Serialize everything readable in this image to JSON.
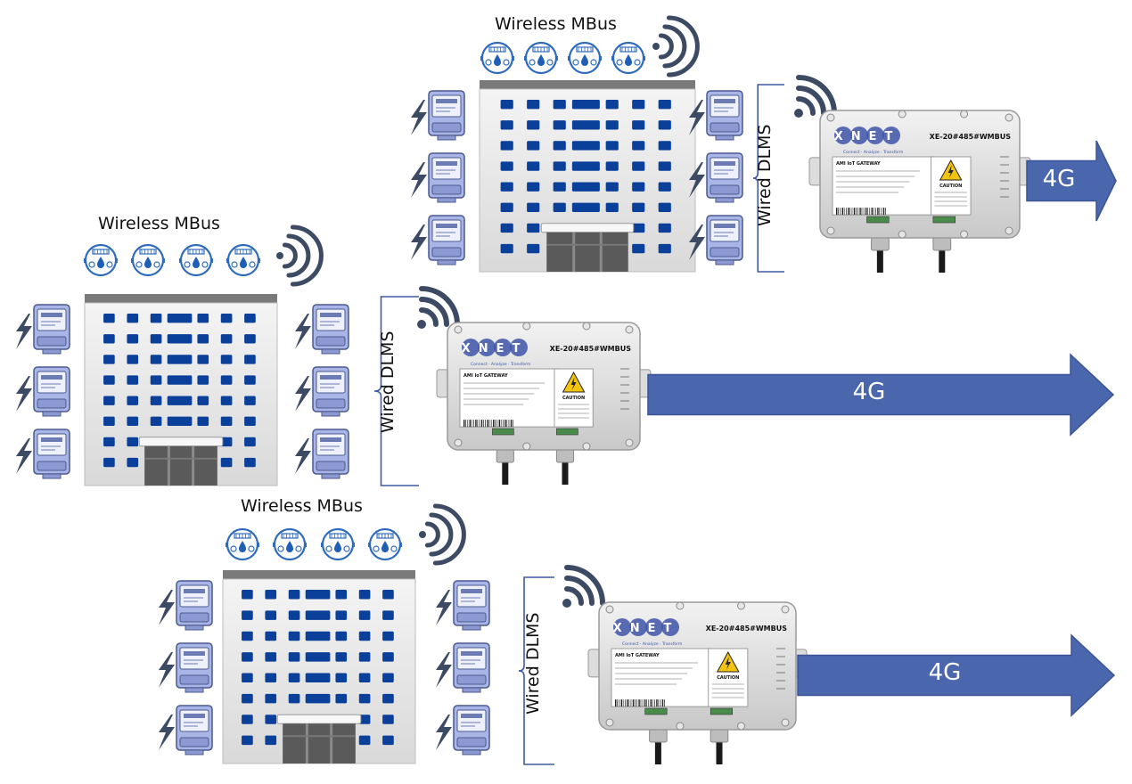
{
  "diagram": {
    "colors": {
      "arrow": "#4a67ad",
      "bracket": "#3f5aa0",
      "wifi": "#3d4a63",
      "meter": "#a9b5e6",
      "window": "#0a3f9a"
    },
    "groups": [
      {
        "id": "top",
        "wireless_label": "Wireless MBus",
        "wired_label": "Wired DLMS",
        "uplink_label": "4G",
        "gateway": {
          "brand": "XNET",
          "tagline": "Connect · Analyze · Transform",
          "model": "XE-20#485#WMBUS",
          "title": "AMI IoT GATEWAY",
          "caution": "CAUTION"
        }
      },
      {
        "id": "middle",
        "wireless_label": "Wireless MBus",
        "wired_label": "Wired DLMS",
        "uplink_label": "4G",
        "gateway": {
          "brand": "XNET",
          "tagline": "Connect · Analyze · Transform",
          "model": "XE-20#485#WMBUS",
          "title": "AMI IoT GATEWAY",
          "caution": "CAUTION"
        }
      },
      {
        "id": "bottom",
        "wireless_label": "Wireless MBus",
        "wired_label": "Wired DLMS",
        "uplink_label": "4G",
        "gateway": {
          "brand": "XNET",
          "tagline": "Connect · Analyze · Transform",
          "model": "XE-20#485#WMBUS",
          "title": "AMI IoT GATEWAY",
          "caution": "CAUTION"
        }
      }
    ]
  }
}
